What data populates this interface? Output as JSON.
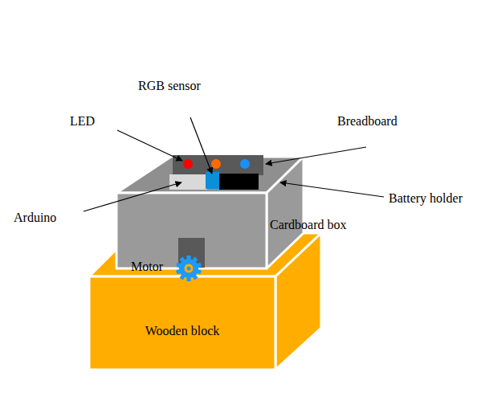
{
  "diagram": {
    "nodes": [
      {
        "text": [
          "Wooden block"
        ]
      },
      {
        "text": [
          "Cardboard box"
        ]
      }
    ],
    "labels": [
      "RGB sensor",
      "LED",
      "Breadboard",
      "Battery holder",
      "Arduino",
      "Motor"
    ]
  }
}
